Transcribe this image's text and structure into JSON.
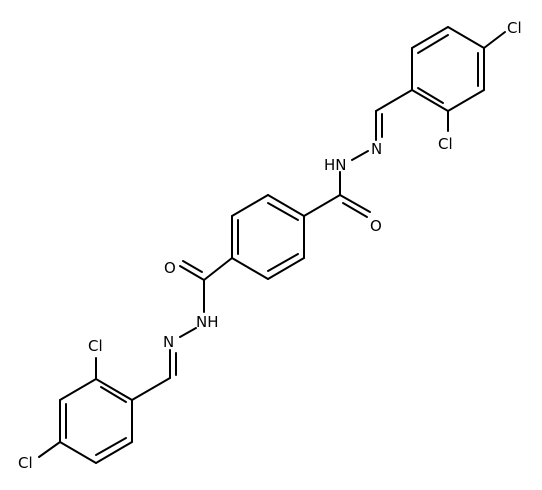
{
  "atoms": {
    "cl1": "Cl",
    "cl2": "Cl",
    "n1": "N",
    "hn1": "HN",
    "o1": "O",
    "o2": "O",
    "nh2": "NH",
    "n2": "N",
    "cl3": "Cl",
    "cl4": "Cl"
  },
  "colors": {
    "ink": "#000000",
    "background": "#ffffff"
  }
}
